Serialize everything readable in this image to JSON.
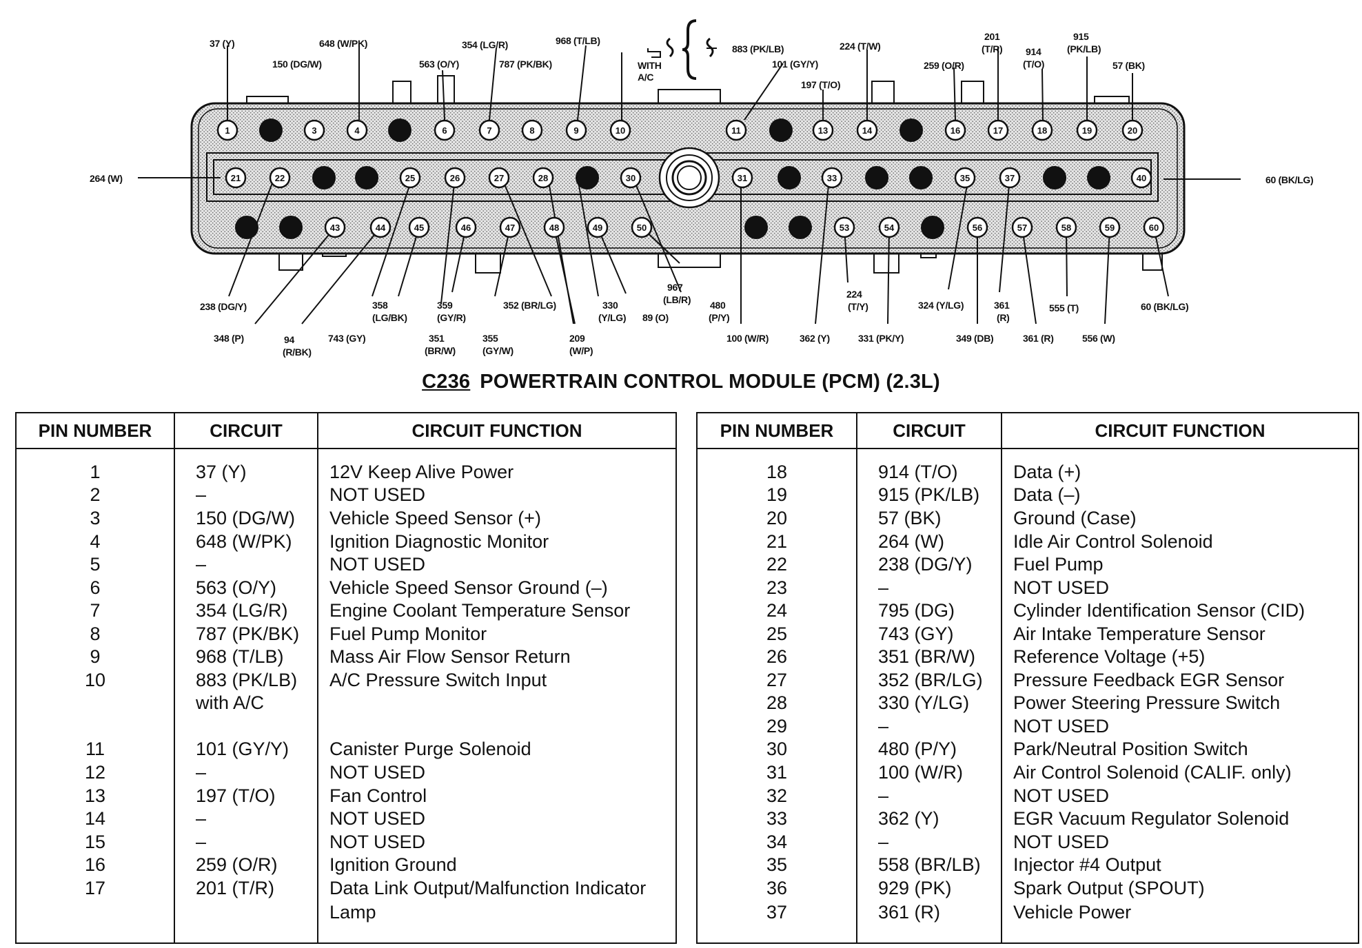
{
  "title": {
    "connector_id": "C236",
    "text": "POWERTRAIN CONTROL MODULE (PCM) (2.3L)"
  },
  "diagram": {
    "pins": {
      "row1": [
        "1",
        "",
        "3",
        "4",
        "",
        "6",
        "7",
        "8",
        "9",
        "10",
        "11",
        "",
        "13",
        "14",
        "",
        "16",
        "17",
        "18",
        "19",
        "20"
      ],
      "row2": [
        "21",
        "22",
        "",
        "",
        "25",
        "26",
        "27",
        "28",
        "",
        "30",
        "31",
        "",
        "33",
        "",
        "",
        "35",
        "37",
        "",
        "",
        "40"
      ],
      "row3": [
        "",
        "",
        "43",
        "44",
        "45",
        "46",
        "47",
        "48",
        "49",
        "50",
        "",
        "",
        "53",
        "54",
        "",
        "56",
        "57",
        "58",
        "59",
        "60"
      ]
    },
    "wire_labels": [
      "37 (Y)",
      "150 (DG/W)",
      "648 (W/PK)",
      "563 (O/Y)",
      "354 (LG/R)",
      "787 (PK/BK)",
      "968 (T/LB)",
      "WITH",
      "A/C",
      "883 (PK/LB)",
      "101 (GY/Y)",
      "197 (T/O)",
      "224 (T/W)",
      "259 (O/R)",
      "201",
      "(T/R)",
      "914",
      "(T/O)",
      "915",
      "(PK/LB)",
      "57 (BK)",
      "264 (W)",
      "60 (BK/LG)",
      "238 (DG/Y)",
      "348 (P)",
      "94",
      "(R/BK)",
      "743 (GY)",
      "358",
      "(LG/BK)",
      "351",
      "(BR/W)",
      "359",
      "(GY/R)",
      "355",
      "(GY/W)",
      "352 (BR/LG)",
      "209",
      "(W/P)",
      "330",
      "(Y/LG)",
      "89 (O)",
      "967",
      "(LB/R)",
      "480",
      "(P/Y)",
      "100 (W/R)",
      "362 (Y)",
      "331 (PK/Y)",
      "224",
      "(T/Y)",
      "324 (Y/LG)",
      "349 (DB)",
      "361",
      "(R)",
      "361 (R)",
      "555 (T)",
      "556 (W)",
      "60 (BK/LG)"
    ]
  },
  "tables": {
    "headers": {
      "pin": "PIN NUMBER",
      "circuit": "CIRCUIT",
      "function": "CIRCUIT FUNCTION"
    },
    "left": [
      {
        "pin": "1",
        "circuit": "37 (Y)",
        "function": "12V Keep Alive Power"
      },
      {
        "pin": "2",
        "circuit": "–",
        "function": "NOT USED"
      },
      {
        "pin": "3",
        "circuit": "150 (DG/W)",
        "function": "Vehicle Speed Sensor (+)"
      },
      {
        "pin": "4",
        "circuit": "648 (W/PK)",
        "function": "Ignition Diagnostic Monitor"
      },
      {
        "pin": "5",
        "circuit": "–",
        "function": "NOT USED"
      },
      {
        "pin": "6",
        "circuit": "563 (O/Y)",
        "function": "Vehicle Speed Sensor Ground (–)"
      },
      {
        "pin": "7",
        "circuit": "354 (LG/R)",
        "function": "Engine Coolant Temperature Sensor"
      },
      {
        "pin": "8",
        "circuit": "787 (PK/BK)",
        "function": "Fuel Pump Monitor"
      },
      {
        "pin": "9",
        "circuit": "968 (T/LB)",
        "function": "Mass Air Flow Sensor Return"
      },
      {
        "pin": "10",
        "circuit": "883 (PK/LB)",
        "function": "A/C Pressure Switch Input"
      },
      {
        "pin": "",
        "circuit": "with A/C",
        "function": ""
      },
      {
        "pin": "",
        "circuit": "",
        "function": ""
      },
      {
        "pin": "11",
        "circuit": "101 (GY/Y)",
        "function": "Canister Purge Solenoid"
      },
      {
        "pin": "12",
        "circuit": "–",
        "function": "NOT USED"
      },
      {
        "pin": "13",
        "circuit": "197 (T/O)",
        "function": "Fan Control"
      },
      {
        "pin": "14",
        "circuit": "–",
        "function": "NOT USED"
      },
      {
        "pin": "15",
        "circuit": "–",
        "function": "NOT USED"
      },
      {
        "pin": "16",
        "circuit": "259 (O/R)",
        "function": "Ignition Ground"
      },
      {
        "pin": "17",
        "circuit": "201 (T/R)",
        "function": "Data Link Output/Malfunction Indicator"
      },
      {
        "pin": "",
        "circuit": "",
        "function": "Lamp"
      }
    ],
    "right": [
      {
        "pin": "18",
        "circuit": "914 (T/O)",
        "function": "Data (+)"
      },
      {
        "pin": "19",
        "circuit": "915 (PK/LB)",
        "function": "Data (–)"
      },
      {
        "pin": "20",
        "circuit": "57 (BK)",
        "function": "Ground (Case)"
      },
      {
        "pin": "21",
        "circuit": "264 (W)",
        "function": "Idle Air Control Solenoid"
      },
      {
        "pin": "22",
        "circuit": "238 (DG/Y)",
        "function": "Fuel Pump"
      },
      {
        "pin": "23",
        "circuit": "–",
        "function": "NOT USED"
      },
      {
        "pin": "24",
        "circuit": "795 (DG)",
        "function": "Cylinder Identification Sensor (CID)"
      },
      {
        "pin": "25",
        "circuit": "743 (GY)",
        "function": "Air Intake Temperature Sensor"
      },
      {
        "pin": "26",
        "circuit": "351 (BR/W)",
        "function": "Reference Voltage (+5)"
      },
      {
        "pin": "27",
        "circuit": "352 (BR/LG)",
        "function": "Pressure Feedback EGR Sensor"
      },
      {
        "pin": "28",
        "circuit": "330 (Y/LG)",
        "function": "Power Steering Pressure Switch"
      },
      {
        "pin": "29",
        "circuit": "–",
        "function": "NOT USED"
      },
      {
        "pin": "30",
        "circuit": "480 (P/Y)",
        "function": "Park/Neutral Position Switch"
      },
      {
        "pin": "31",
        "circuit": "100 (W/R)",
        "function": "Air Control Solenoid (CALIF. only)"
      },
      {
        "pin": "32",
        "circuit": "–",
        "function": "NOT USED"
      },
      {
        "pin": "33",
        "circuit": "362 (Y)",
        "function": "EGR Vacuum Regulator Solenoid"
      },
      {
        "pin": "34",
        "circuit": "–",
        "function": "NOT USED"
      },
      {
        "pin": "35",
        "circuit": "558 (BR/LB)",
        "function": "Injector #4 Output"
      },
      {
        "pin": "36",
        "circuit": "929 (PK)",
        "function": "Spark Output (SPOUT)"
      },
      {
        "pin": "37",
        "circuit": "361 (R)",
        "function": "Vehicle Power"
      }
    ]
  }
}
